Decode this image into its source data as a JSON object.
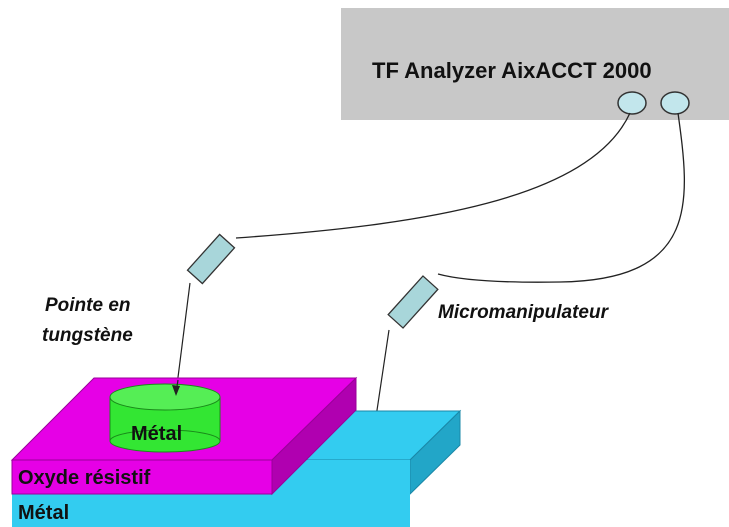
{
  "instrument": {
    "title": "TF Analyzer AixACCT 2000",
    "box_color": "#c8c8c8"
  },
  "labels": {
    "probe": [
      "Pointe en",
      "tungstène"
    ],
    "micromanipulator": "Micromanipulateur"
  },
  "layers": {
    "metal_top": "Métal",
    "oxide": "Oxyde résistif",
    "metal_bottom": "Métal"
  },
  "colors": {
    "metal_layer": "#33ccf0",
    "oxide_layer": "#e600e6",
    "top_electrode": "#33e633",
    "probe_body": "#a8d6da",
    "connector": "#c2e6ec"
  }
}
